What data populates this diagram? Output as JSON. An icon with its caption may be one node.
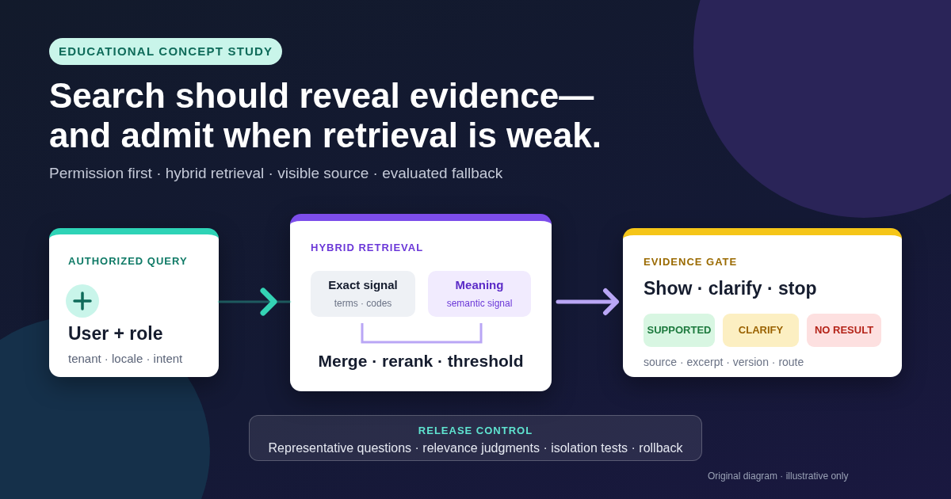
{
  "diagram": {
    "title": "Search should reveal evidence— and admit when retrieval is weak.",
    "nodes": [
      {
        "text": [
          "AUTHORIZED QUERY",
          "User + role",
          "tenant · locale · intent"
        ]
      },
      {
        "text": [
          "HYBRID RETRIEVAL",
          "Merge · rerank · threshold"
        ]
      },
      {
        "text": [
          "Exact signal",
          "terms · codes"
        ],
        "in": 1
      },
      {
        "text": [
          "Meaning",
          "semantic signal"
        ],
        "in": 1
      },
      {
        "text": [
          "EVIDENCE GATE",
          "Show · clarify · stop",
          "source · excerpt · version · route"
        ]
      },
      {
        "text": [
          "SUPPORTED"
        ],
        "in": 4
      },
      {
        "text": [
          "CLARIFY"
        ],
        "in": 4
      },
      {
        "text": [
          "NO RESULT"
        ],
        "in": 4
      },
      {
        "text": [
          "RELEASE CONTROL",
          "Representative questions · relevance judgments · isolation tests · rollback"
        ]
      }
    ],
    "edges": [
      {
        "from": 0,
        "to": 1,
        "arrow": "to",
        "color": "#34d3b4"
      },
      {
        "from": 1,
        "to": 4,
        "arrow": "to",
        "color": "#b9a6f5"
      }
    ],
    "labels": [
      "EDUCATIONAL CONCEPT STUDY",
      "Permission first · hybrid retrieval · visible source · evaluated fallback",
      "Original diagram · illustrative only"
    ]
  }
}
